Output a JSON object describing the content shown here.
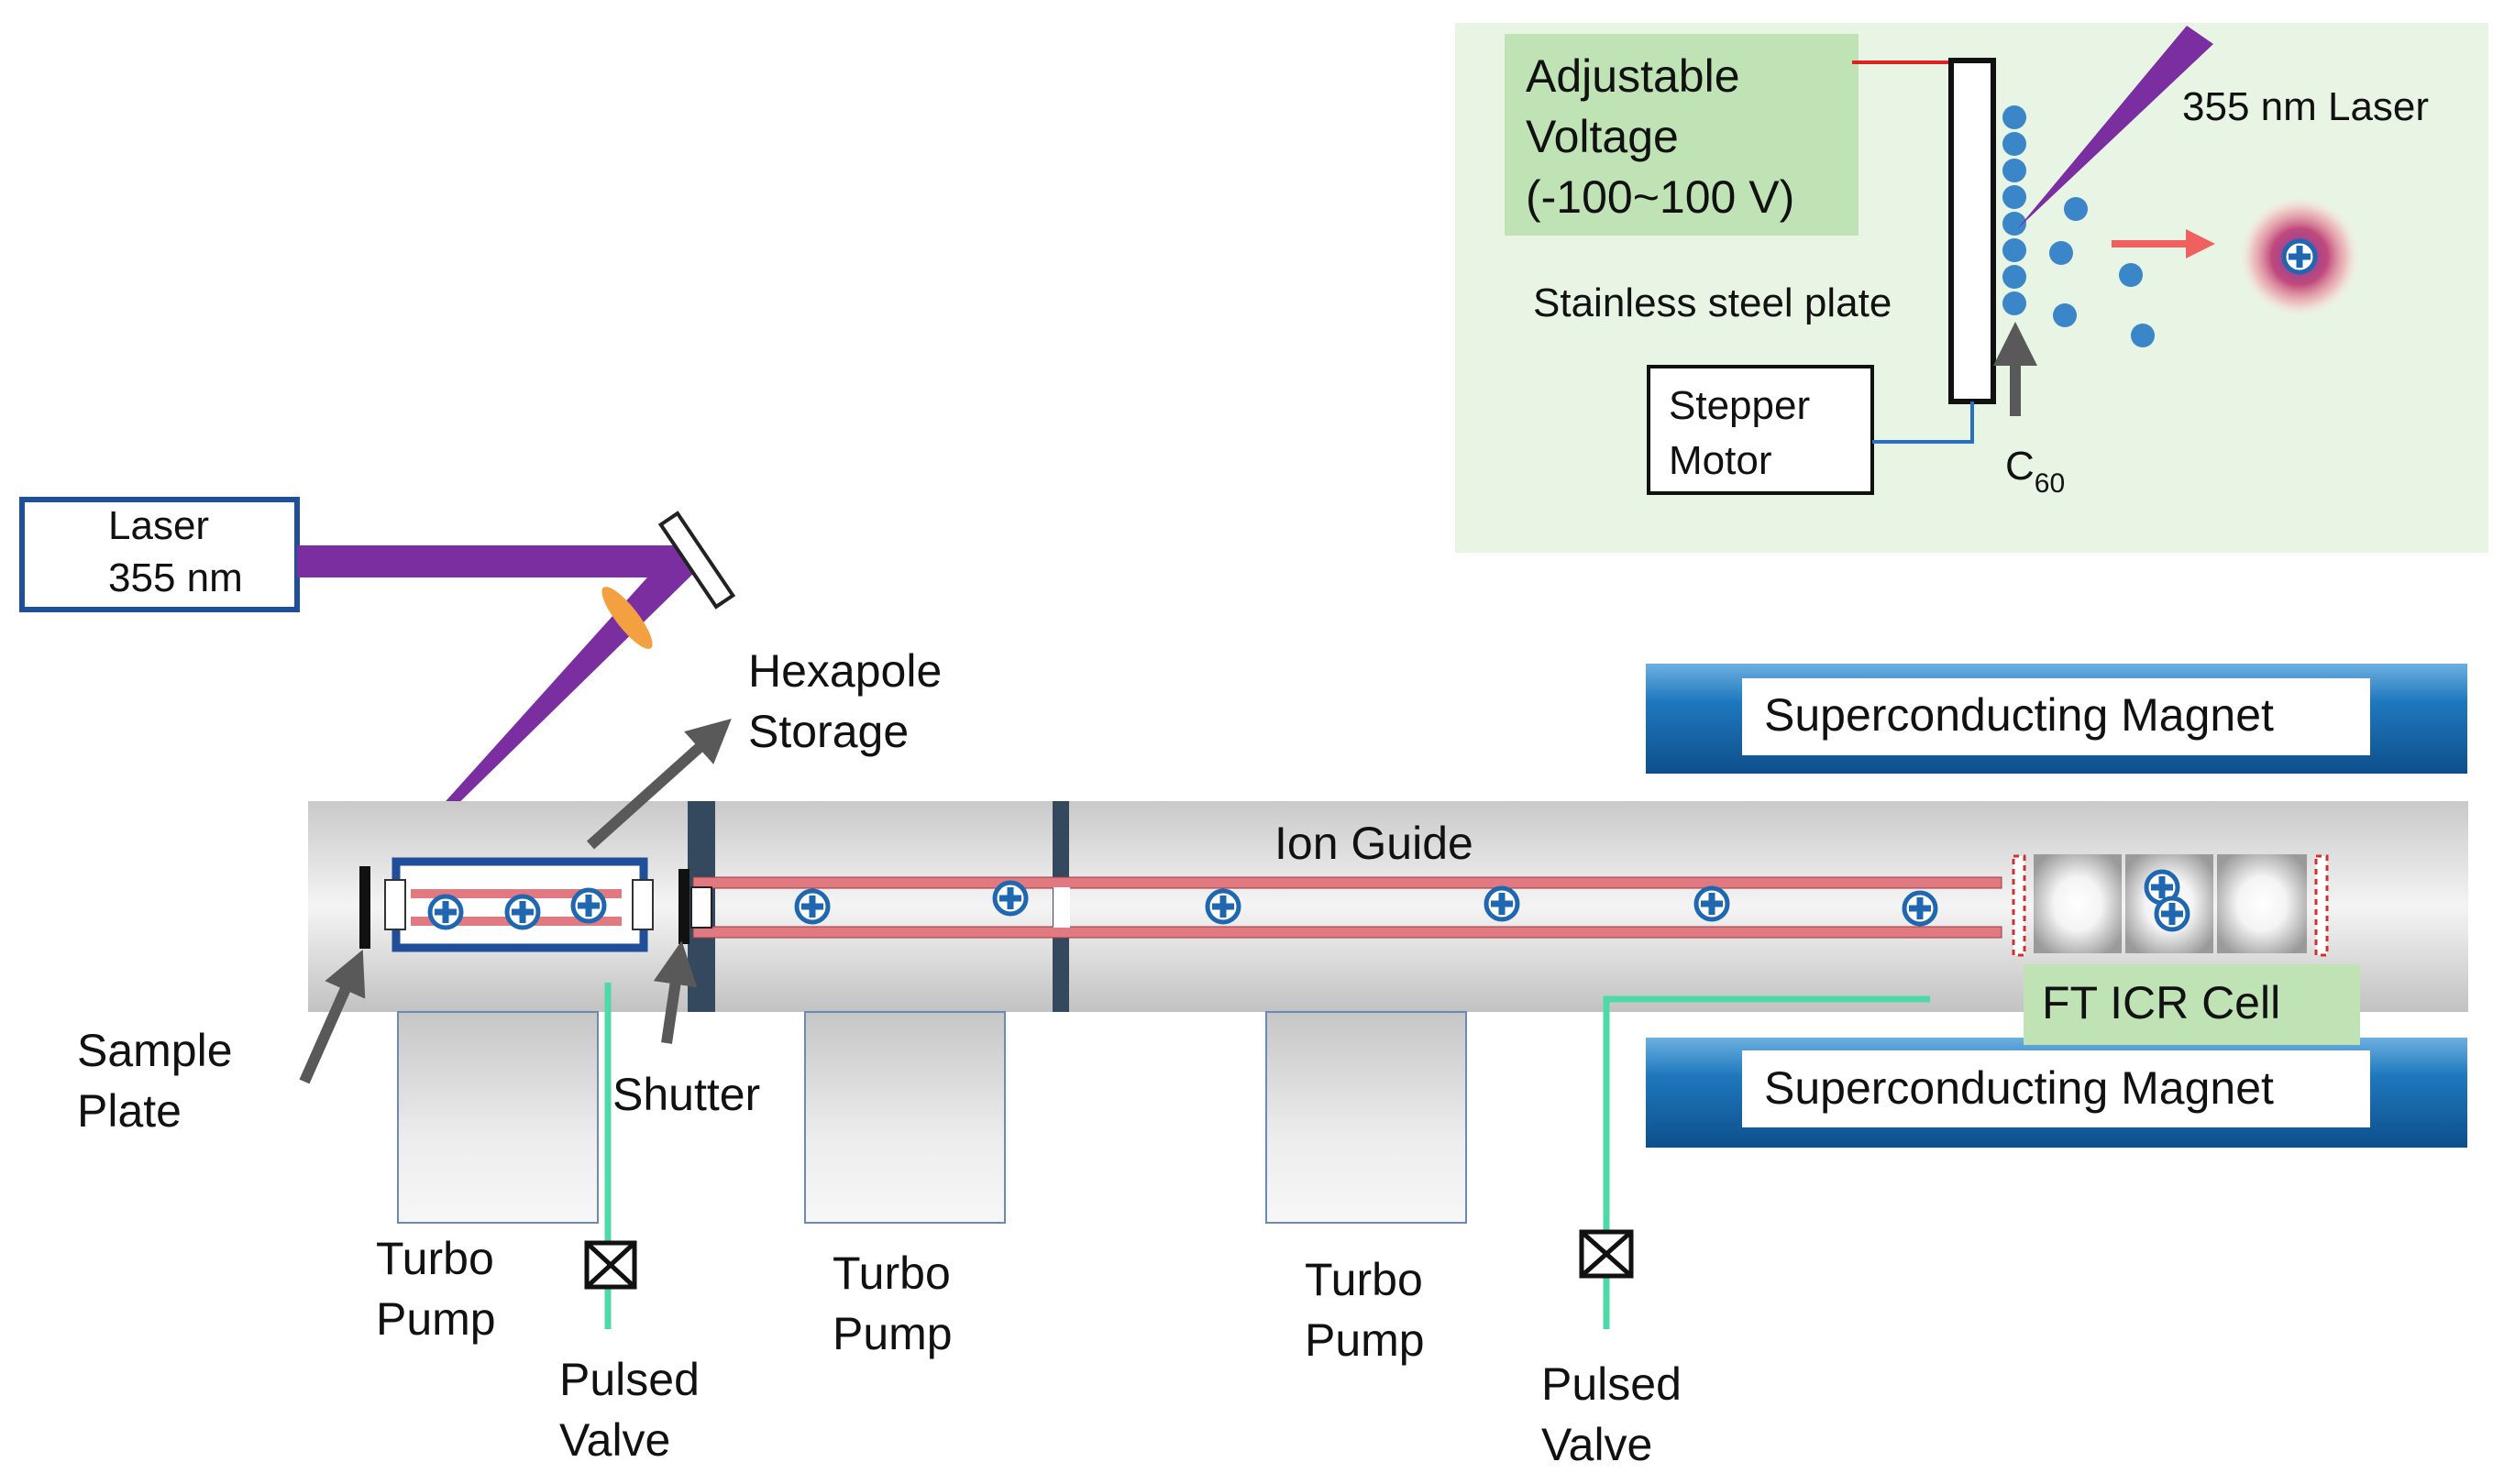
{
  "colors": {
    "laser": "#7a2ea0",
    "inset_bg": "#e8f4e4",
    "label_green": "#bfe3b4",
    "magnet_blue": "#1a6fb4",
    "rod_red": "#e07a80",
    "gas_line": "#4fd8a8",
    "box_border": "#1f4f99",
    "ion_blue": "#1f67b0",
    "droplet_blue": "#3a86c8"
  },
  "labels": {
    "laser_box_line1": "Laser",
    "laser_box_line2": "355 nm",
    "hexapole_line1": "Hexapole",
    "hexapole_line2": "Storage",
    "sample_line1": "Sample",
    "sample_line2": "Plate",
    "shutter": "Shutter",
    "ion_guide": "Ion Guide",
    "ft_icr": "FT ICR Cell",
    "magnet_top": "Superconducting  Magnet",
    "magnet_bottom": "Superconducting  Magnet",
    "turbo1_line1": "Turbo",
    "turbo1_line2": "Pump",
    "turbo2_line1": "Turbo",
    "turbo2_line2": "Pump",
    "turbo3_line1": "Turbo",
    "turbo3_line2": "Pump",
    "valve1_line1": "Pulsed",
    "valve1_line2": "Valve",
    "valve2_line1": "Pulsed",
    "valve2_line2": "Valve"
  },
  "inset": {
    "voltage_line1": "Adjustable",
    "voltage_line2": "Voltage",
    "voltage_line3": "(-100~100 V)",
    "plate_label": "Stainless  steel plate",
    "laser_label": "355 nm Laser",
    "stepper_line1": "Stepper",
    "stepper_line2": "Motor",
    "c60_main": "C",
    "c60_sub": "60"
  }
}
